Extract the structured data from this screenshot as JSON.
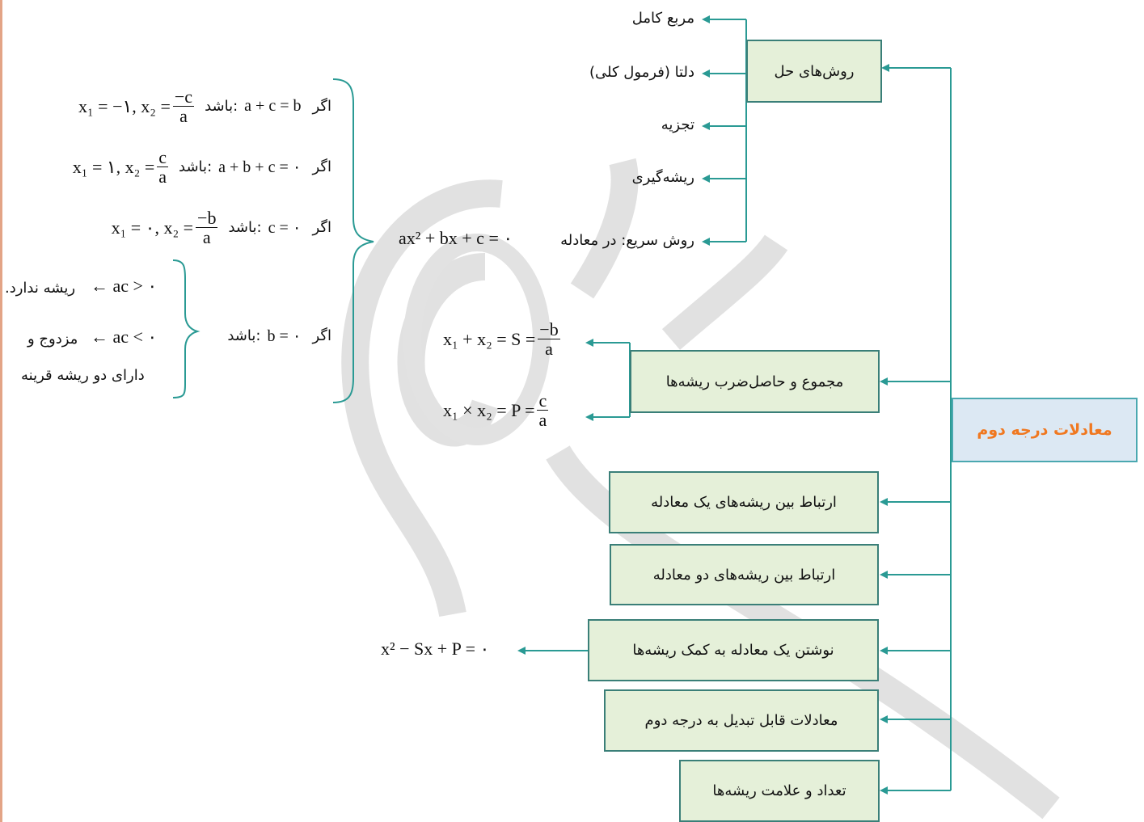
{
  "main": {
    "label": "معادلات درجه دوم"
  },
  "branches": {
    "methods": "روش‌های حل",
    "sum_product": "مجموع و حاصل‌ضرب ریشه‌ها",
    "relation_one": "ارتباط بین ریشه‌های یک معادله",
    "relation_two": "ارتباط بین ریشه‌های دو معادله",
    "write_eq": "نوشتن یک معادله به کمک ریشه‌ها",
    "convertible": "معادلات قابل تبدیل به درجه دوم",
    "count_sign": "تعداد و علامت ریشه‌ها"
  },
  "methods_list": {
    "perfect_square": "مربع کامل",
    "delta": "دلتا (فرمول کلی)",
    "factor": "تجزیه",
    "root": "ریشه‌گیری",
    "quick": "روش سریع: در معادله"
  },
  "quick_eq": "ax² + bx + c = ۰",
  "cases": {
    "if": "اگر",
    "then": "باشد:",
    "c1_cond": "a + c = b",
    "c1_sol": "x₁ = −۱, x₂ =",
    "c1_num": "−c",
    "c2_cond": "a + b + c = ۰",
    "c2_sol": "x₁ = ۱, x₂ =",
    "c2_num": "c",
    "c3_cond": "c = ۰",
    "c3_sol": "x₁ = ۰, x₂ =",
    "c3_num": "−b",
    "den": "a",
    "c4_cond": "b = ۰",
    "sub1_math": "ac > ۰ ←",
    "sub1_text": "ریشه ندارد.",
    "sub2_math": "ac < ۰ ←",
    "sub2_text": "مزدوج و",
    "sub2_text2": "دارای دو ریشه قرینه"
  },
  "sum_formula": {
    "lhs": "x₁ + x₂ = S =",
    "num": "−b",
    "den": "a"
  },
  "product_formula": {
    "lhs": "x₁ × x₂ = P =",
    "num": "c",
    "den": "a"
  },
  "write_formula": "x² − Sx + P = ۰",
  "colors": {
    "line": "#2a9a94",
    "box_fill": "#e5f0d9",
    "box_border": "#3a7f78",
    "main_fill": "#dce8f3",
    "main_text": "#f07820",
    "left_rule": "#e3a486"
  }
}
